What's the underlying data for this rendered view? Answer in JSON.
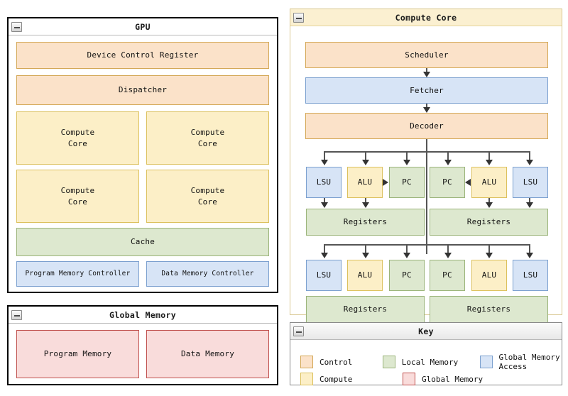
{
  "palette": {
    "control": "#fbe2c9",
    "control_border": "#d4a857",
    "compute": "#fcefc7",
    "compute_border": "#dcc15e",
    "local_memory": "#dde8cf",
    "local_memory_border": "#9bb47a",
    "global_memory": "#f9dcdb",
    "global_memory_border": "#c0504d",
    "global_memory_access": "#d7e4f6",
    "global_memory_access_border": "#7ba0cf",
    "connector": "#555555",
    "panel_border": "#000000"
  },
  "panels": {
    "gpu": {
      "title": "GPU",
      "collapse_icon": "minus-box-icon",
      "blocks": {
        "device_control_register": "Device Control Register",
        "dispatcher": "Dispatcher",
        "compute_core_1": "Compute\nCore",
        "compute_core_2": "Compute\nCore",
        "compute_core_3": "Compute\nCore",
        "compute_core_4": "Compute\nCore",
        "cache": "Cache",
        "program_memory_controller": "Program Memory Controller",
        "data_memory_controller": "Data Memory Controller"
      }
    },
    "global_memory": {
      "title": "Global Memory",
      "collapse_icon": "minus-box-icon",
      "blocks": {
        "program_memory": "Program Memory",
        "data_memory": "Data Memory"
      }
    },
    "compute_core": {
      "title": "Compute Core",
      "collapse_icon": "minus-box-icon",
      "blocks": {
        "scheduler": "Scheduler",
        "fetcher": "Fetcher",
        "decoder": "Decoder",
        "thread_row_1": {
          "left": {
            "lsu": "LSU",
            "alu": "ALU",
            "pc": "PC",
            "registers": "Registers"
          },
          "right": {
            "pc": "PC",
            "alu": "ALU",
            "lsu": "LSU",
            "registers": "Registers"
          }
        },
        "thread_row_2": {
          "left": {
            "lsu": "LSU",
            "alu": "ALU",
            "pc": "PC",
            "registers": "Registers"
          },
          "right": {
            "pc": "PC",
            "alu": "ALU",
            "lsu": "LSU",
            "registers": "Registers"
          }
        }
      }
    },
    "key": {
      "title": "Key",
      "collapse_icon": "minus-box-icon",
      "items": [
        {
          "label": "Control",
          "color": "#fbe2c9",
          "border": "#d4a857"
        },
        {
          "label": "Local Memory",
          "color": "#dde8cf",
          "border": "#9bb47a"
        },
        {
          "label": "Global Memory Access",
          "color": "#d7e4f6",
          "border": "#7ba0cf"
        },
        {
          "label": "Compute",
          "color": "#fcefc7",
          "border": "#dcc15e"
        },
        {
          "label": "Global Memory",
          "color": "#f9dcdb",
          "border": "#c0504d"
        }
      ]
    }
  }
}
